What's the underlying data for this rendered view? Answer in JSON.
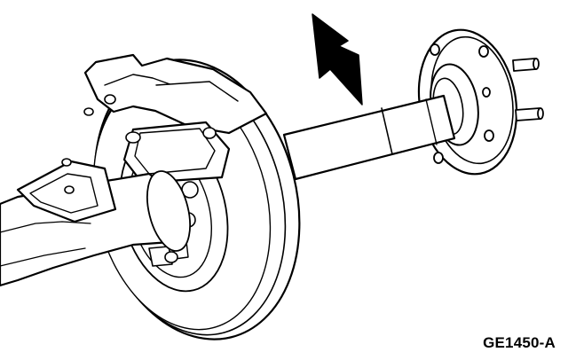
{
  "figure": {
    "code": "GE1450-A",
    "components": [
      "axle-housing",
      "brake-rotor",
      "brake-caliper-bracket",
      "axle-shaft",
      "wheel-hub-flange",
      "wheel-studs",
      "indicator-arrow"
    ]
  },
  "colors": {
    "line": "#000000",
    "fill": "#ffffff"
  }
}
